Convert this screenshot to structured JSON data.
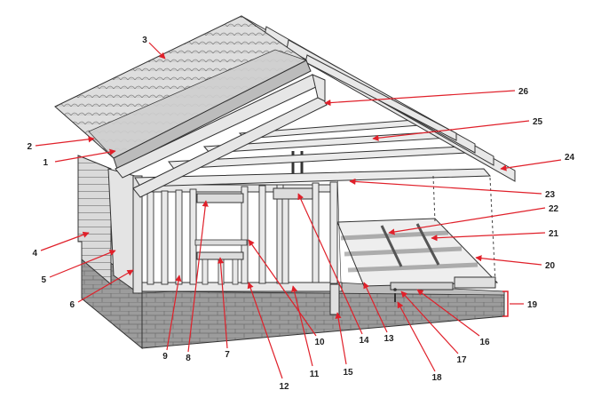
{
  "colors": {
    "arrow": "#e0202a",
    "outline": "#333333",
    "lumber": "#e6e6e6",
    "lumber_shade": "#c9c9c9",
    "shingle": "#d8d8d8",
    "brick": "#9a9a9a",
    "brick_light": "#b3b3b3",
    "siding": "#dcdcdc"
  },
  "callouts": [
    {
      "id": "1",
      "label": "1"
    },
    {
      "id": "2",
      "label": "2"
    },
    {
      "id": "3",
      "label": "3"
    },
    {
      "id": "4",
      "label": "4"
    },
    {
      "id": "5",
      "label": "5"
    },
    {
      "id": "6",
      "label": "6"
    },
    {
      "id": "7",
      "label": "7"
    },
    {
      "id": "8",
      "label": "8"
    },
    {
      "id": "9",
      "label": "9"
    },
    {
      "id": "10",
      "label": "10"
    },
    {
      "id": "11",
      "label": "11"
    },
    {
      "id": "12",
      "label": "12"
    },
    {
      "id": "13",
      "label": "13"
    },
    {
      "id": "14",
      "label": "14"
    },
    {
      "id": "15",
      "label": "15"
    },
    {
      "id": "16",
      "label": "16"
    },
    {
      "id": "17",
      "label": "17"
    },
    {
      "id": "18",
      "label": "18"
    },
    {
      "id": "19",
      "label": "19"
    },
    {
      "id": "20",
      "label": "20"
    },
    {
      "id": "21",
      "label": "21"
    },
    {
      "id": "22",
      "label": "22"
    },
    {
      "id": "23",
      "label": "23"
    },
    {
      "id": "24",
      "label": "24"
    },
    {
      "id": "25",
      "label": "25"
    },
    {
      "id": "26",
      "label": "26"
    }
  ]
}
